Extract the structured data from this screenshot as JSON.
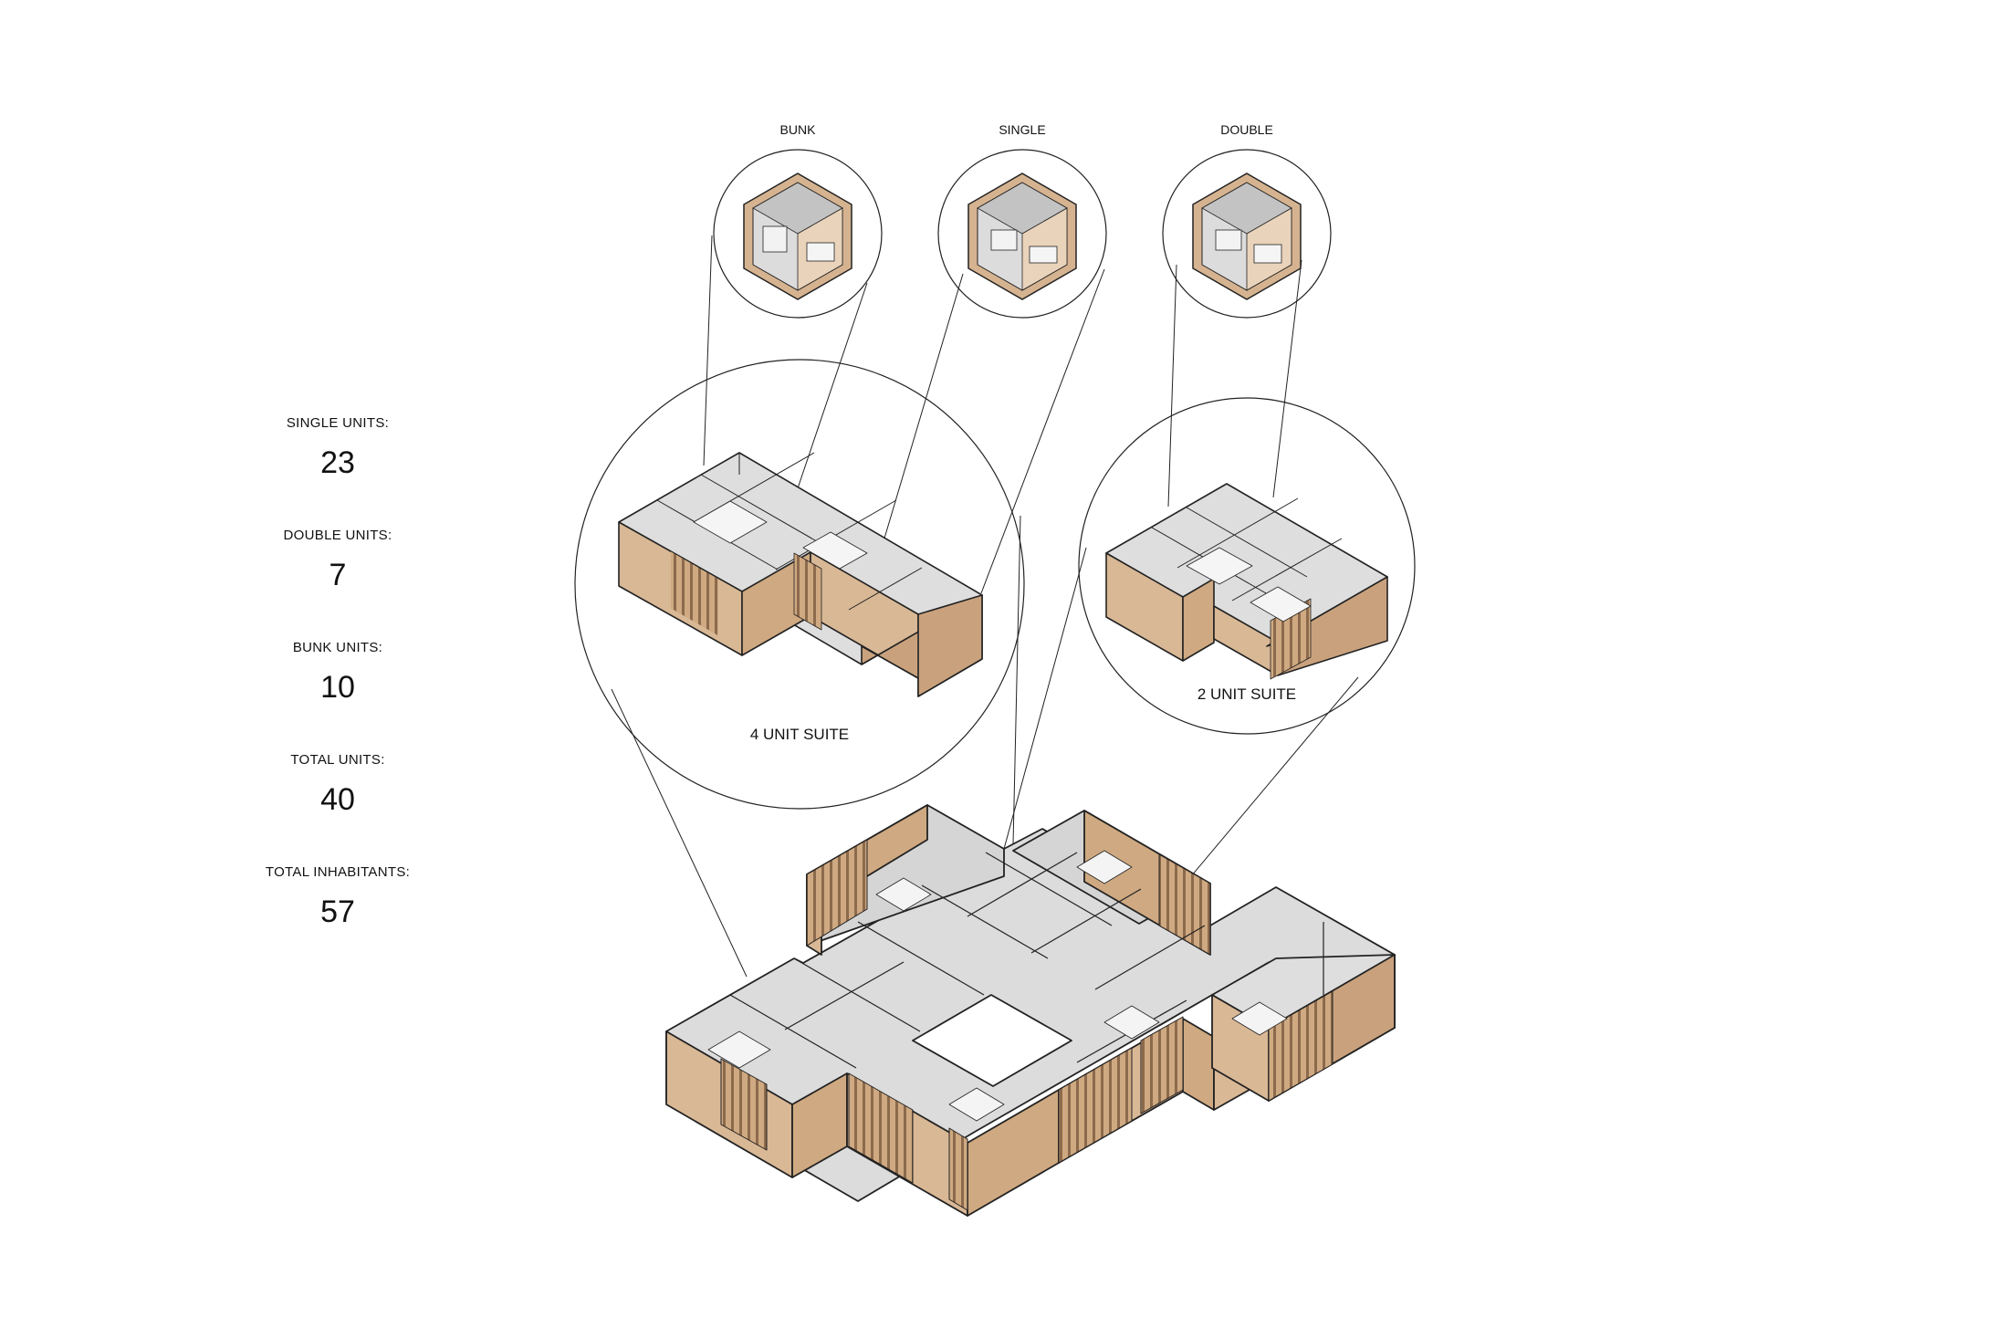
{
  "stats": [
    {
      "label": "SINGLE UNITS:",
      "value": "23"
    },
    {
      "label": "DOUBLE UNITS:",
      "value": "7"
    },
    {
      "label": "BUNK UNITS:",
      "value": "10"
    },
    {
      "label": "TOTAL UNITS:",
      "value": "40"
    },
    {
      "label": "TOTAL INHABITANTS:",
      "value": "57"
    }
  ],
  "unit_types": {
    "bunk": "BUNK",
    "single": "SINGLE",
    "double": "DOUBLE"
  },
  "suites": {
    "four_unit": "4 UNIT SUITE",
    "two_unit": "2 UNIT SUITE"
  },
  "colors": {
    "wood": "#d9b896",
    "wood_dark": "#c9a27d",
    "wood_light": "#e6cdb2",
    "interior": "#dcdcdc",
    "line": "#111111"
  }
}
